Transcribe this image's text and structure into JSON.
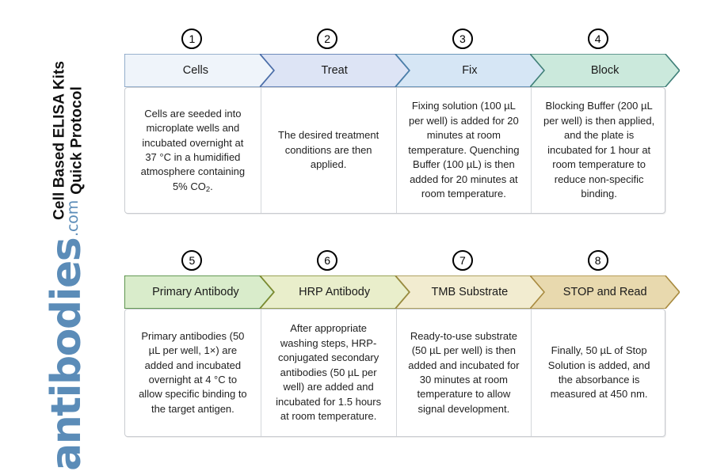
{
  "title": "Cell Based ELISA Kits\nQuick Protocol",
  "logo": {
    "word": "antibodies",
    "tld": ".com",
    "color": "#5b8cb8"
  },
  "rows": [
    {
      "steps": [
        {
          "number": "1",
          "label": "Cells",
          "fill": "#eff4fa",
          "stroke": "#7d9cc0",
          "description_html": "Cells are seeded into microplate wells and incubated overnight at 37 °C in a humidified atmosphere containing 5% CO<sub>2</sub>."
        },
        {
          "number": "2",
          "label": "Treat",
          "fill": "#dde4f5",
          "stroke": "#4a6ca8",
          "description_html": "The desired treatment conditions are then applied."
        },
        {
          "number": "3",
          "label": "Fix",
          "fill": "#d6e6f5",
          "stroke": "#4a7fa8",
          "description_html": "Fixing solution (100 µL per well) is added for 20 minutes at room temperature. Quenching Buffer (100 µL) is then added for 20 minutes at room temperature."
        },
        {
          "number": "4",
          "label": "Block",
          "fill": "#cbe9dc",
          "stroke": "#3f7f78",
          "description_html": "Blocking Buffer (200 µL per well) is then applied, and the plate is incubated for 1 hour at room temperature to reduce non-specific binding."
        }
      ]
    },
    {
      "steps": [
        {
          "number": "5",
          "label": "Primary Antibody",
          "fill": "#d9eccb",
          "stroke": "#3f7f2f",
          "description_html": "Primary antibodies (50 µL per well, 1×) are added and incubated overnight at 4 °C to allow specific binding to the target antigen."
        },
        {
          "number": "6",
          "label": "HRP Antibody",
          "fill": "#e9eecb",
          "stroke": "#7f8a2f",
          "description_html": "After appropriate washing steps, HRP-conjugated secondary antibodies (50 µL per well) are added and incubated for 1.5 hours at room temperature."
        },
        {
          "number": "7",
          "label": "TMB Substrate",
          "fill": "#f2ecd0",
          "stroke": "#9a8a3f",
          "description_html": "Ready-to-use substrate (50 µL per well) is then added and incubated for 30 minutes at room temperature to allow signal development."
        },
        {
          "number": "8",
          "label": "STOP and Read",
          "fill": "#e8d9ae",
          "stroke": "#a88a3f",
          "description_html": "Finally, 50 µL of Stop Solution is added, and the absorbance is measured at 450 nm."
        }
      ]
    }
  ]
}
